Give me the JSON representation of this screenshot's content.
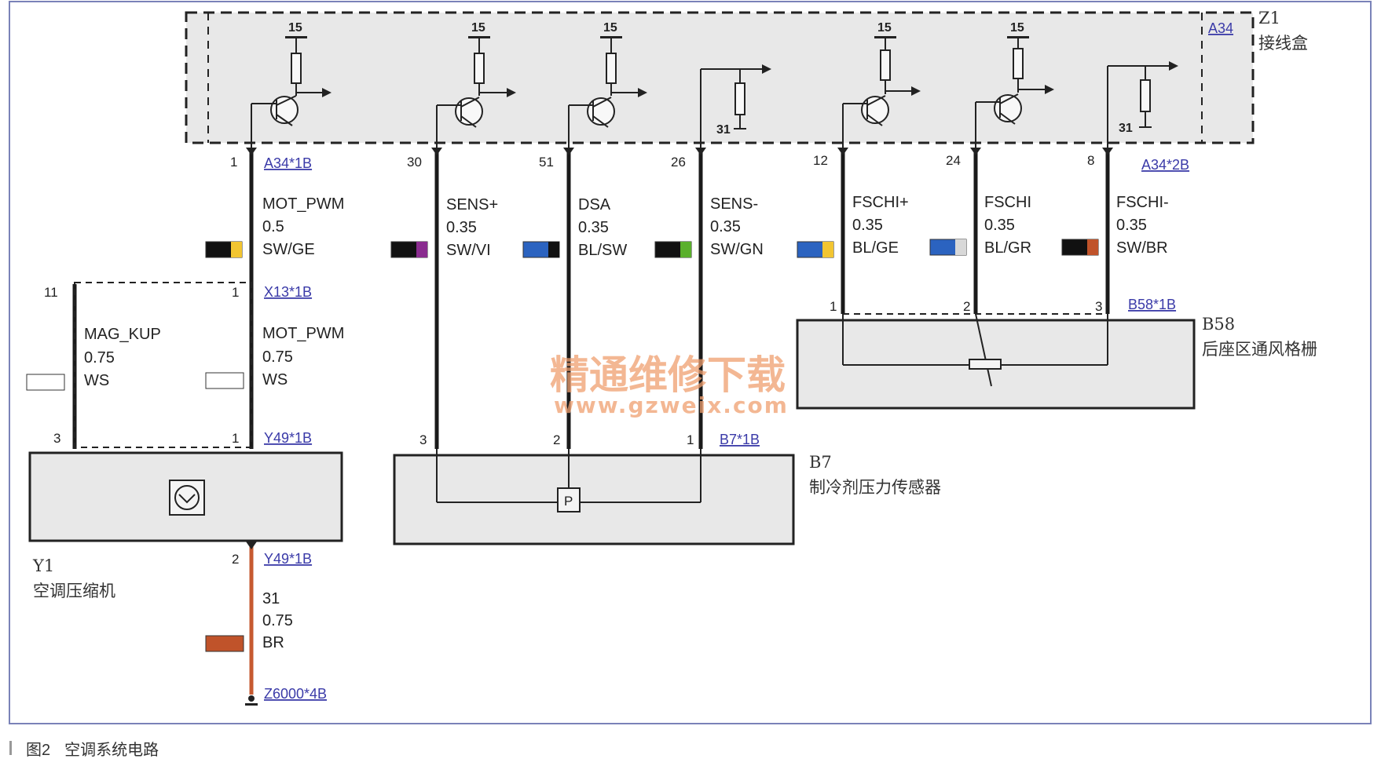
{
  "caption": {
    "figure": "图2",
    "title": "空调系统电路"
  },
  "watermark": {
    "line1": "精通维修下载",
    "line2": "www.gzweix.com"
  },
  "junction_box": {
    "ref": "A34",
    "id": "Z1",
    "name": "接线盒",
    "supply": "15",
    "ground": "31"
  },
  "connectors": {
    "a34_1b": "A34*1B",
    "a34_2b": "A34*2B",
    "x13_1b": "X13*1B",
    "y49_1b_top": "Y49*1B",
    "y49_1b_bottom": "Y49*1B",
    "b7_1b": "B7*1B",
    "b58_1b": "B58*1B",
    "z6000_4b": "Z6000*4B"
  },
  "components": {
    "y1": {
      "id": "Y1",
      "name": "空调压缩机"
    },
    "b7": {
      "id": "B7",
      "name": "制冷剂压力传感器",
      "symbol": "P"
    },
    "b58": {
      "id": "B58",
      "name": "后座区通风格栅"
    }
  },
  "wires": [
    {
      "key": "mot_pwm",
      "signal": "MOT_PWM",
      "size": "0.5",
      "color_code": "SW/GE",
      "pin_top": "1",
      "colors": [
        "#111111",
        "#f2c531"
      ]
    },
    {
      "key": "sens_plus",
      "signal": "SENS+",
      "size": "0.35",
      "color_code": "SW/VI",
      "pin_top": "30",
      "pin_bottom": "3",
      "colors": [
        "#111111",
        "#8a2c8f"
      ]
    },
    {
      "key": "dsa",
      "signal": "DSA",
      "size": "0.35",
      "color_code": "BL/SW",
      "pin_top": "51",
      "pin_bottom": "2",
      "colors": [
        "#2b63c0",
        "#111111"
      ]
    },
    {
      "key": "sens_minus",
      "signal": "SENS-",
      "size": "0.35",
      "color_code": "SW/GN",
      "pin_top": "26",
      "pin_bottom": "1",
      "colors": [
        "#111111",
        "#5ab02c"
      ]
    },
    {
      "key": "fschi_plus",
      "signal": "FSCHI+",
      "size": "0.35",
      "color_code": "BL/GE",
      "pin_top": "12",
      "pin_bottom": "1",
      "colors": [
        "#2b63c0",
        "#f2c531"
      ]
    },
    {
      "key": "fschi",
      "signal": "FSCHI",
      "size": "0.35",
      "color_code": "BL/GR",
      "pin_top": "24",
      "pin_bottom": "2",
      "colors": [
        "#2b63c0",
        "#d8d8d8"
      ]
    },
    {
      "key": "fschi_minus",
      "signal": "FSCHI-",
      "size": "0.35",
      "color_code": "SW/BR",
      "pin_top": "8",
      "pin_bottom": "3",
      "colors": [
        "#111111",
        "#c0532a"
      ]
    },
    {
      "key": "mag_kup",
      "signal": "MAG_KUP",
      "size": "0.75",
      "color_code": "WS",
      "pin_top": "11",
      "pin_bottom": "3",
      "colors": [
        "#ffffff"
      ]
    },
    {
      "key": "mot_pwm_2",
      "signal": "MOT_PWM",
      "size": "0.75",
      "color_code": "WS",
      "pin_top": "1",
      "pin_bottom": "1",
      "colors": [
        "#ffffff"
      ]
    },
    {
      "key": "ground",
      "signal": "31",
      "size": "0.75",
      "color_code": "BR",
      "pin_top": "2",
      "colors": [
        "#c0532a"
      ]
    }
  ]
}
